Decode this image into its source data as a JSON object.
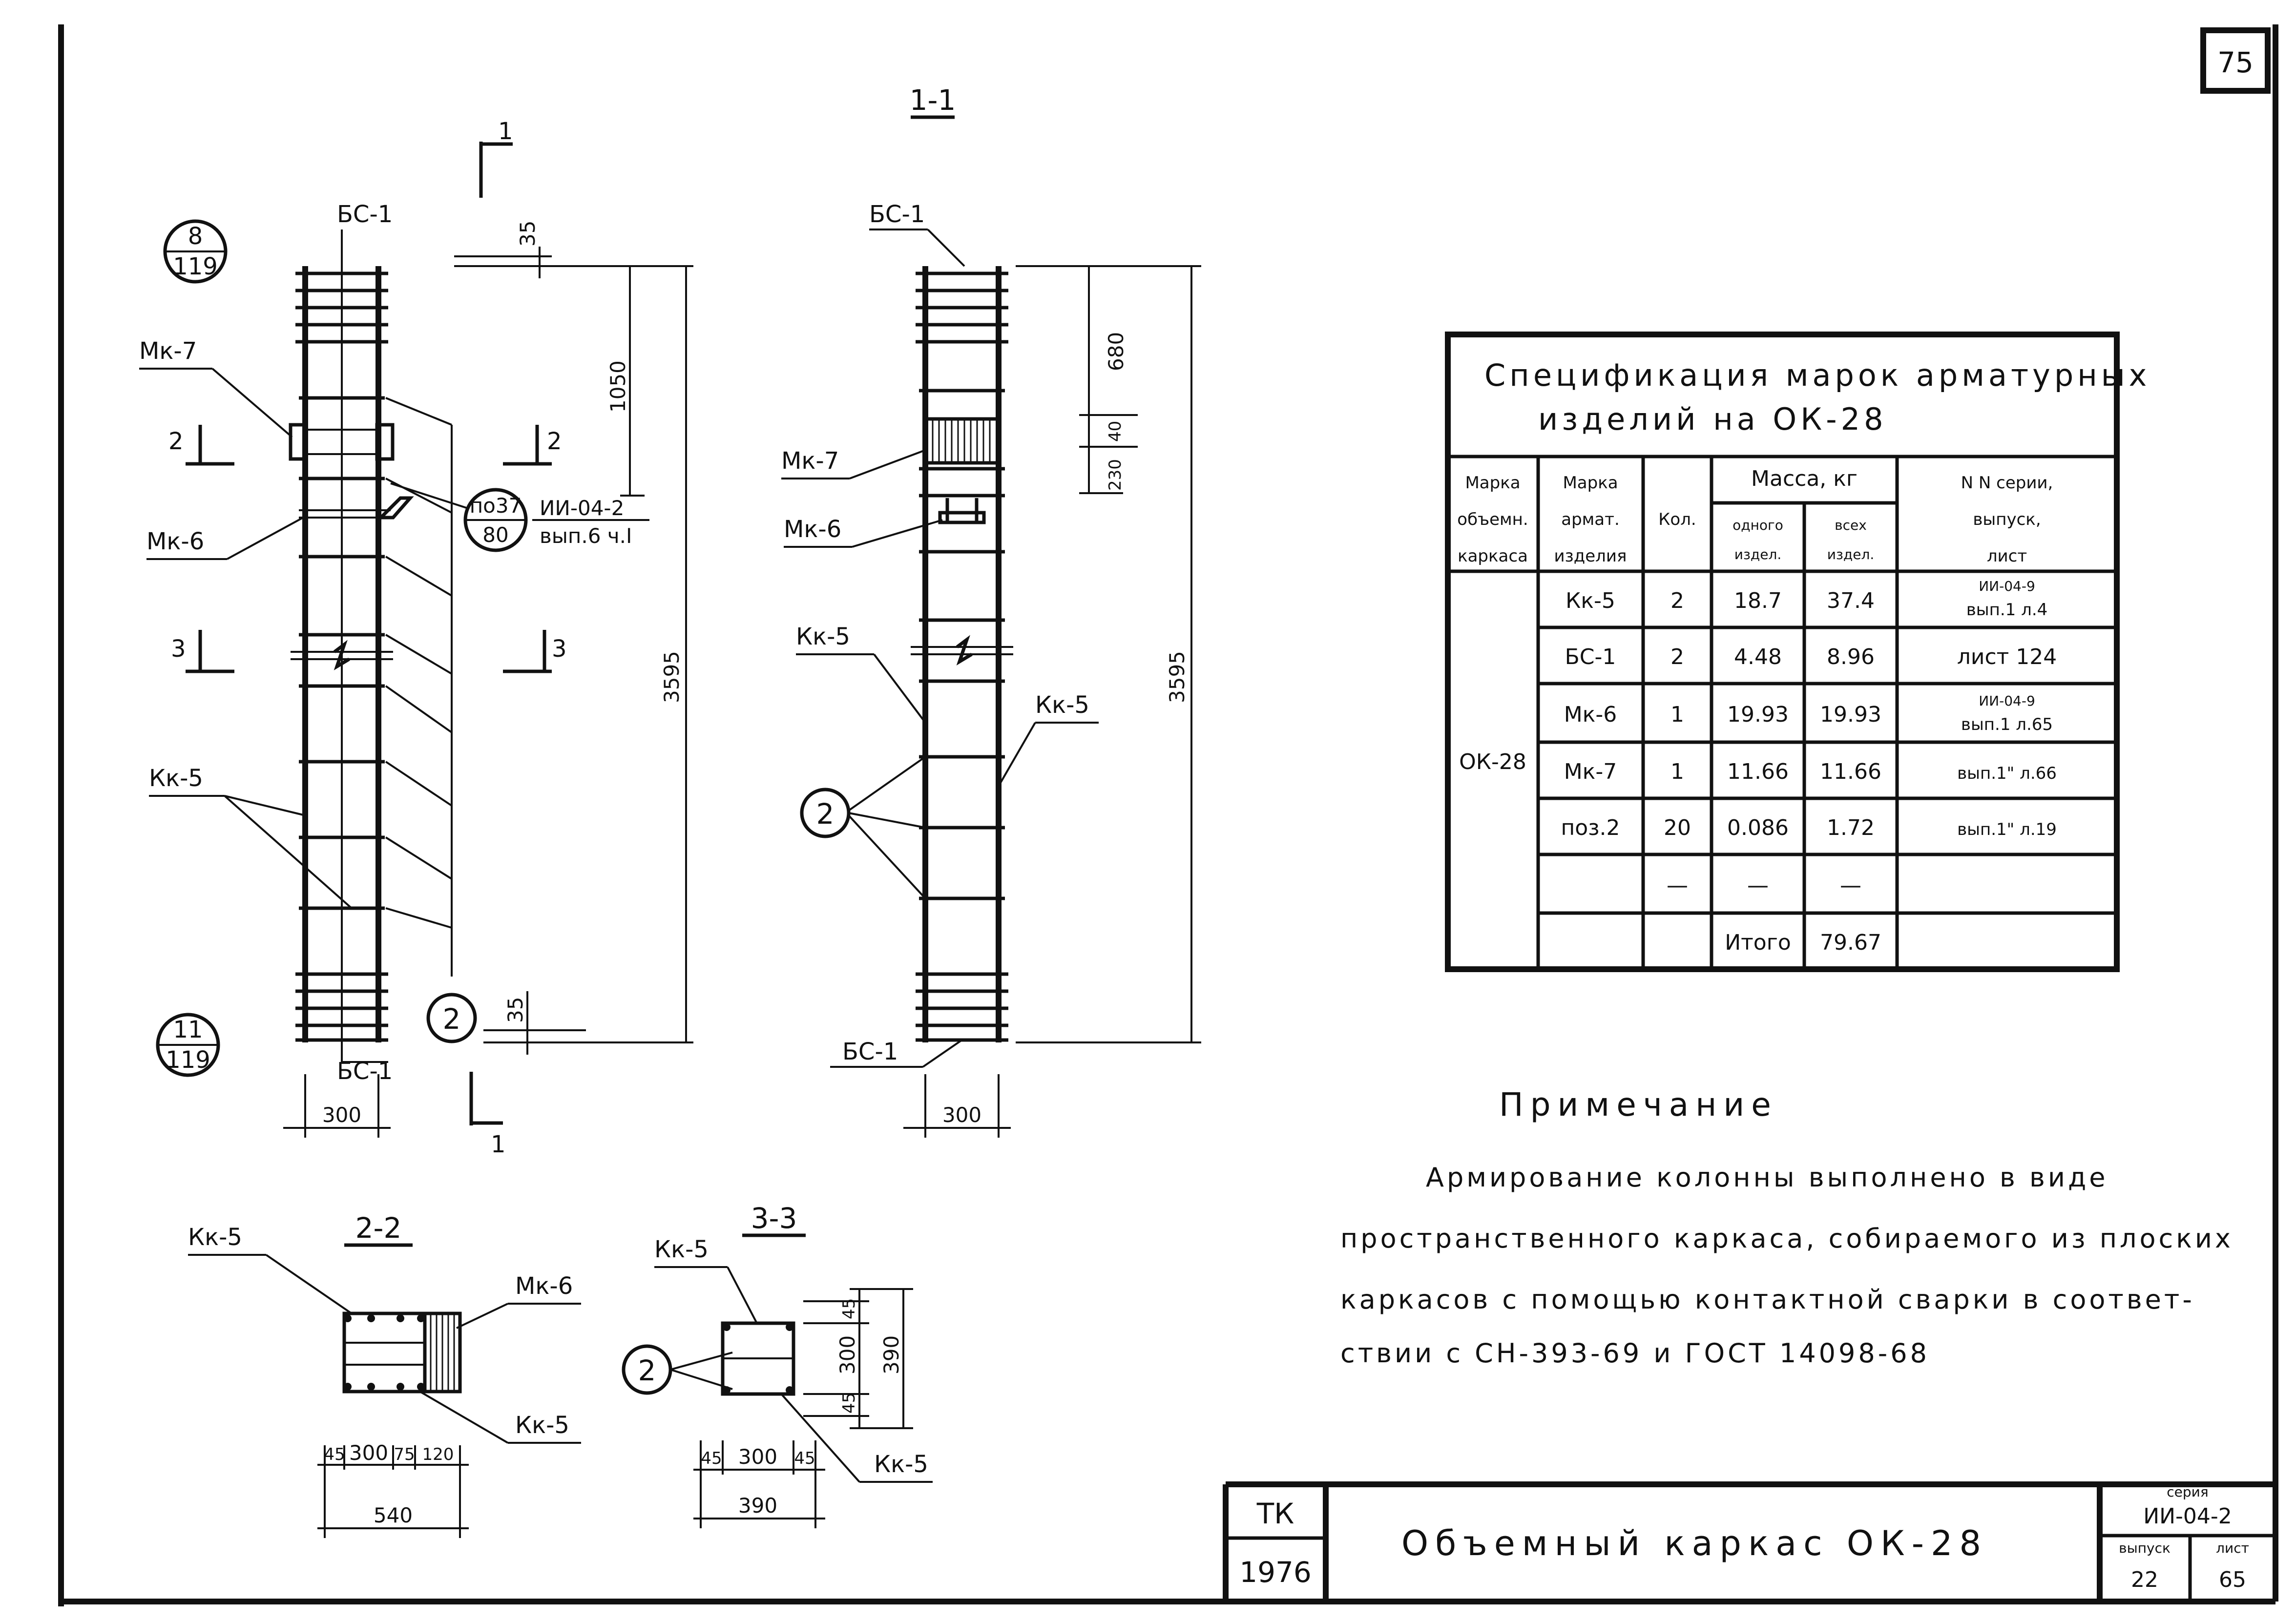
{
  "sheet_number": "75",
  "section_marks": {
    "section_1_1": "1-1",
    "cut_1": "1",
    "cut_2": "2",
    "cut_3": "3",
    "section_2_2": "2-2",
    "section_3_3": "3-3"
  },
  "elevation_front": {
    "ref_top": {
      "num": "8",
      "den": "119"
    },
    "ref_bottom": {
      "num": "11",
      "den": "119"
    },
    "labels": {
      "bs1_top": "БС-1",
      "bs1_bottom": "БС-1",
      "mk7": "Мк-7",
      "mk6": "Мк-6",
      "kk5": "Кк-5"
    },
    "pos_ref": {
      "num": "по37",
      "den": "80",
      "text1": "ИИ-04-2",
      "text2": "вып.6 ч.I"
    },
    "callout_2": "2",
    "dims": {
      "d35_top": "35",
      "d1050": "1050",
      "d3595": "3595",
      "d35_bottom": "35",
      "d300": "300"
    }
  },
  "elevation_side": {
    "labels": {
      "bs1_top": "БС-1",
      "bs1_bottom": "БС-1",
      "mk7": "Мк-7",
      "mk6": "Мк-6",
      "kk5_left": "Кк-5",
      "kk5_right": "Кк-5"
    },
    "callout_2": "2",
    "dims": {
      "d680": "680",
      "d230": "230",
      "d40": "40",
      "d3595": "3595",
      "d300": "300"
    }
  },
  "section_2_2": {
    "labels": {
      "kk5_top": "Кк-5",
      "mk6": "Мк-6",
      "kk5_bottom": "Кк-5"
    },
    "dims": {
      "d45": "45",
      "d300": "300",
      "d75": "75",
      "d120": "120",
      "d540": "540"
    }
  },
  "section_3_3": {
    "labels": {
      "kk5_top": "Кк-5",
      "kk5_bottom": "Кк-5"
    },
    "callout_2": "2",
    "dims": {
      "d45_top": "45",
      "d300_v": "300",
      "d390_v": "390",
      "d45_bottom": "45",
      "d45_left": "45",
      "d300_h": "300",
      "d45_right": "45",
      "d390_h": "390"
    }
  },
  "spec": {
    "title_line1": "Спецификация марок арматурных",
    "title_line2": "изделий на ОК-28",
    "headers": {
      "marka_obj": [
        "Марка",
        "объемн.",
        "каркаса"
      ],
      "marka_arm": [
        "Марка",
        "армат.",
        "изделия"
      ],
      "kol": "Кол.",
      "massa": "Масса, кг",
      "odnogo": [
        "одного",
        "издел."
      ],
      "vseh": [
        "всех",
        "издел."
      ],
      "seriya": [
        "N N серии,",
        "выпуск,",
        "лист"
      ]
    },
    "object_mark": "ОК-28",
    "rows": [
      {
        "item": "Кк-5",
        "qty": "2",
        "one": "18.7",
        "all": "37.4",
        "ref1": "ИИ-04-9",
        "ref2": "вып.1 л.4"
      },
      {
        "item": "БС-1",
        "qty": "2",
        "one": "4.48",
        "all": "8.96",
        "ref1": "",
        "ref2": "лист 124"
      },
      {
        "item": "Мк-6",
        "qty": "1",
        "one": "19.93",
        "all": "19.93",
        "ref1": "ИИ-04-9",
        "ref2": "вып.1 л.65"
      },
      {
        "item": "Мк-7",
        "qty": "1",
        "one": "11.66",
        "all": "11.66",
        "ref1": "",
        "ref2": "вып.1\" л.66"
      },
      {
        "item": "поз.2",
        "qty": "20",
        "one": "0.086",
        "all": "1.72",
        "ref1": "",
        "ref2": "вып.1\" л.19"
      },
      {
        "item": "",
        "qty": "—",
        "one": "—",
        "all": "—",
        "ref1": "",
        "ref2": ""
      }
    ],
    "total_label": "Итого",
    "total_value": "79.67"
  },
  "note": {
    "title": "Примечание",
    "lines": [
      "Армирование колонны выполнено в виде",
      "пространственного каркаса, собираемого из плоских",
      "каркасов с помощью контактной сварки в соответ-",
      "ствии с СН-393-69 и ГОСТ 14098-68"
    ]
  },
  "title_block": {
    "org": "ТК",
    "year": "1976",
    "title": "Объемный каркас ОК-28",
    "series_label": "серия",
    "series": "ИИ-04-2",
    "issue_label": "выпуск",
    "issue": "22",
    "sheet_label": "лист",
    "sheet": "65"
  }
}
